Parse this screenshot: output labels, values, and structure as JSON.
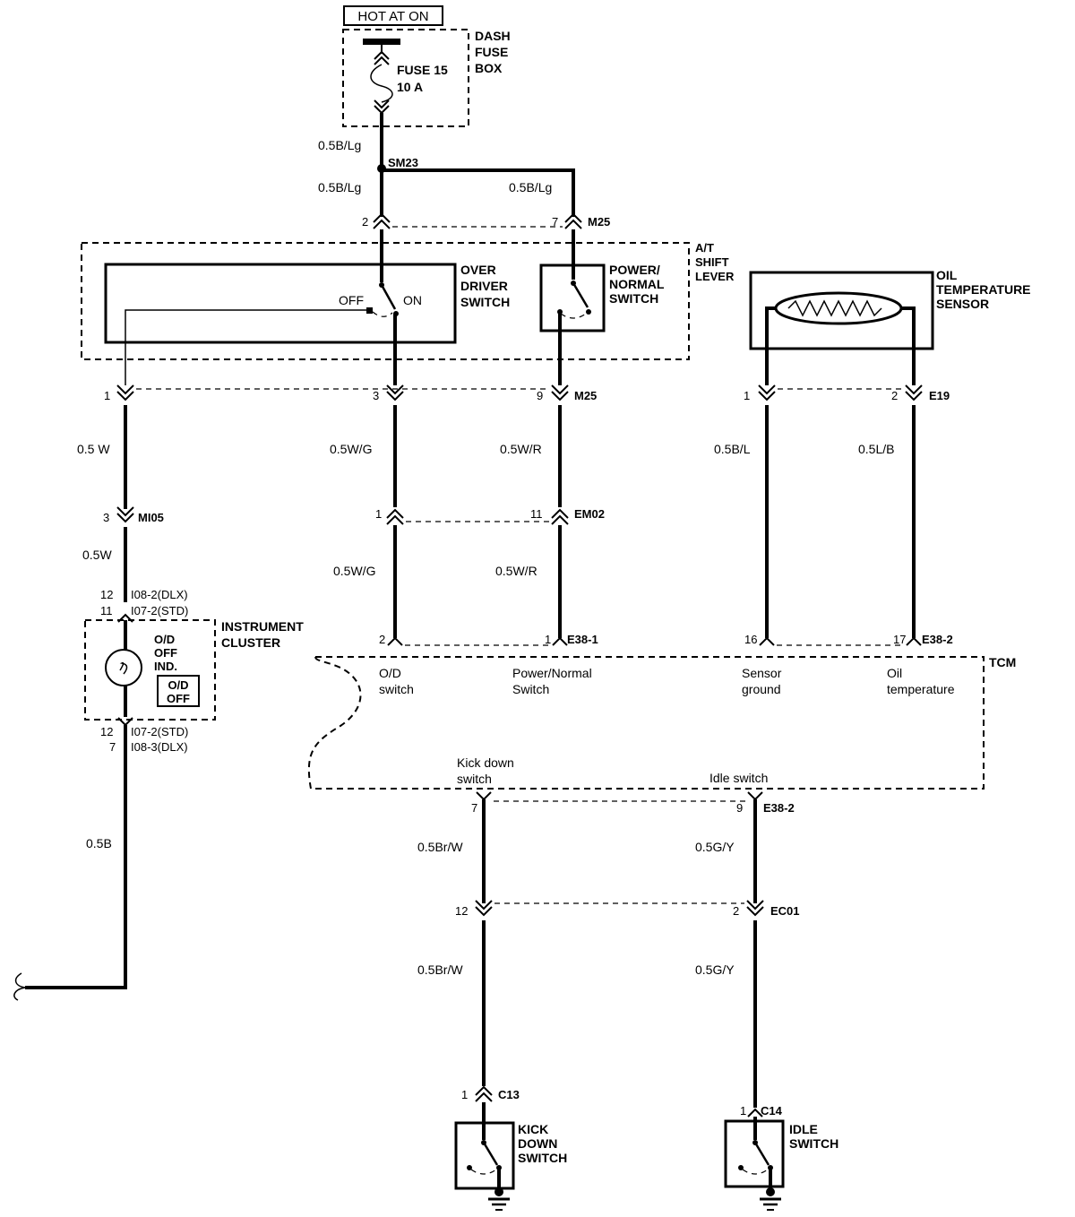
{
  "power": {
    "hot_label": "HOT AT ON"
  },
  "fuse_box": {
    "name_line1": "DASH",
    "name_line2": "FUSE",
    "name_line3": "BOX",
    "fuse_line1": "FUSE 15",
    "fuse_line2": "10 A"
  },
  "splice": {
    "name": "SM23"
  },
  "wires": {
    "top_main": "0.5B/Lg",
    "left_branch": "0.5B/Lg",
    "right_branch": "0.5B/Lg",
    "od_ind_upper": "0.5 W",
    "od_ind_mid": "0.5W",
    "od_switch_upper": "0.5W/G",
    "od_switch_lower": "0.5W/G",
    "pn_switch_upper": "0.5W/R",
    "pn_switch_lower": "0.5W/R",
    "sensor_ground": "0.5B/L",
    "oil_temp": "0.5L/B",
    "ind_ground": "0.5B",
    "kick_upper": "0.5Br/W",
    "kick_lower": "0.5Br/W",
    "idle_upper": "0.5G/Y",
    "idle_lower": "0.5G/Y"
  },
  "connectors": {
    "m25_top": {
      "pin_left": "2",
      "pin_right": "7",
      "name": "M25"
    },
    "m25_bottom": {
      "pin_left": "1",
      "pin_mid": "3",
      "pin_right": "9",
      "name": "M25"
    },
    "e19": {
      "pin_left": "1",
      "pin_right": "2",
      "name": "E19"
    },
    "mi05": {
      "pin": "3",
      "name": "MI05"
    },
    "em02": {
      "pin_left": "1",
      "pin_right": "11",
      "name": "EM02"
    },
    "i08_2": {
      "pin": "12",
      "name": "I08-2(DLX)"
    },
    "i07_2_top": {
      "pin": "11",
      "name": "I07-2(STD)"
    },
    "i07_2_bot": {
      "pin": "12",
      "name": "I07-2(STD)"
    },
    "i08_3": {
      "pin": "7",
      "name": "I08-3(DLX)"
    },
    "e38_1": {
      "pin_left": "2",
      "pin_right": "1",
      "name": "E38-1"
    },
    "e38_2_top": {
      "pin_left": "16",
      "pin_right": "17",
      "name": "E38-2"
    },
    "e38_2_bot": {
      "pin_left": "7",
      "pin_right": "9",
      "name": "E38-2"
    },
    "ec01": {
      "pin_left": "12",
      "pin_right": "2",
      "name": "EC01"
    },
    "c13": {
      "pin": "1",
      "name": "C13"
    },
    "c14": {
      "pin": "1",
      "name": "C14"
    }
  },
  "components": {
    "at_shift_lever": {
      "line1": "A/T",
      "line2": "SHIFT",
      "line3": "LEVER"
    },
    "over_driver_switch": {
      "line1": "OVER",
      "line2": "DRIVER",
      "line3": "SWITCH",
      "off": "OFF",
      "on": "ON"
    },
    "power_normal_switch": {
      "line1": "POWER/",
      "line2": "NORMAL",
      "line3": "SWITCH"
    },
    "oil_temp_sensor": {
      "line1": "OIL",
      "line2": "TEMPERATURE",
      "line3": "SENSOR"
    },
    "instrument_cluster": {
      "line1": "INSTRUMENT",
      "line2": "CLUSTER",
      "ind1": "O/D",
      "ind2": "OFF",
      "ind3": "IND.",
      "lamp1": "O/D",
      "lamp2": "OFF"
    },
    "tcm": {
      "name": "TCM",
      "od_switch_1": "O/D",
      "od_switch_2": "switch",
      "pn_1": "Power/Normal",
      "pn_2": "Switch",
      "sg_1": "Sensor",
      "sg_2": "ground",
      "ot_1": "Oil",
      "ot_2": "temperature",
      "kd_1": "Kick down",
      "kd_2": "switch",
      "idle": "Idle switch"
    },
    "kick_down_switch": {
      "line1": "KICK",
      "line2": "DOWN",
      "line3": "SWITCH"
    },
    "idle_switch": {
      "line1": "IDLE",
      "line2": "SWITCH"
    }
  }
}
